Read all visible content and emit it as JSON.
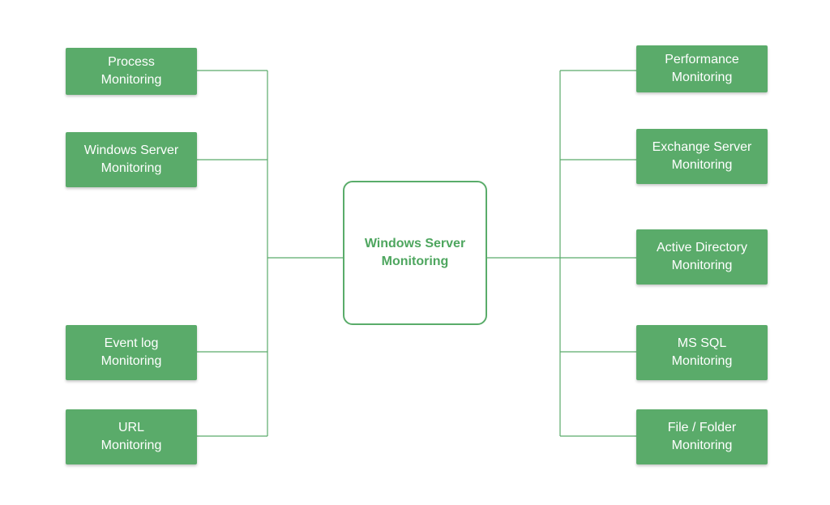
{
  "colors": {
    "node_fill": "#5aab6a",
    "node_text": "#ffffff",
    "center_border": "#5aac6a",
    "center_text": "#4ea65f",
    "connector": "#5aab6a"
  },
  "center": {
    "line1": "Windows Server",
    "line2": "Monitoring"
  },
  "left_nodes": [
    {
      "line1": "Process",
      "line2": "Monitoring"
    },
    {
      "line1": "Windows Server",
      "line2": "Monitoring"
    },
    {
      "line1": "Event log",
      "line2": "Monitoring"
    },
    {
      "line1": "URL",
      "line2": "Monitoring"
    }
  ],
  "right_nodes": [
    {
      "line1": "Performance",
      "line2": "Monitoring"
    },
    {
      "line1": "Exchange Server",
      "line2": "Monitoring"
    },
    {
      "line1": "Active Directory",
      "line2": "Monitoring"
    },
    {
      "line1": "MS SQL",
      "line2": "Monitoring"
    },
    {
      "line1": "File / Folder",
      "line2": "Monitoring"
    }
  ]
}
